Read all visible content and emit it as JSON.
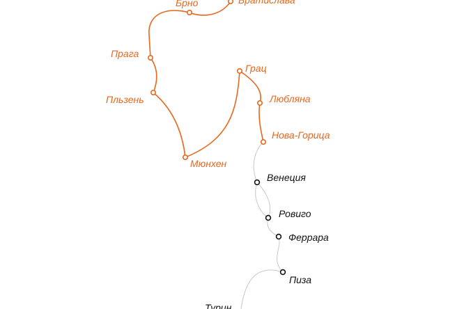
{
  "colors": {
    "visited_route": "#e8671c",
    "planned_route": "#c9c9c9",
    "planned_station": "#111111",
    "background": "#ffffff"
  },
  "stations": {
    "bratislava": {
      "label": "Братислава",
      "status": "visited"
    },
    "brno": {
      "label": "Брно",
      "status": "visited"
    },
    "praha": {
      "label": "Прага",
      "status": "visited"
    },
    "plzen": {
      "label": "Пльзень",
      "status": "visited"
    },
    "munich": {
      "label": "Мюнхен",
      "status": "visited"
    },
    "graz": {
      "label": "Грац",
      "status": "visited"
    },
    "ljubljana": {
      "label": "Любляна",
      "status": "visited"
    },
    "nova_gorica": {
      "label": "Нова-Горица",
      "status": "visited"
    },
    "venice": {
      "label": "Венеция",
      "status": "planned"
    },
    "rovigo": {
      "label": "Ровиго",
      "status": "planned"
    },
    "ferrara": {
      "label": "Феррара",
      "status": "planned"
    },
    "pisa": {
      "label": "Пиза",
      "status": "planned"
    },
    "turin": {
      "label": "Турин",
      "status": "planned"
    }
  }
}
